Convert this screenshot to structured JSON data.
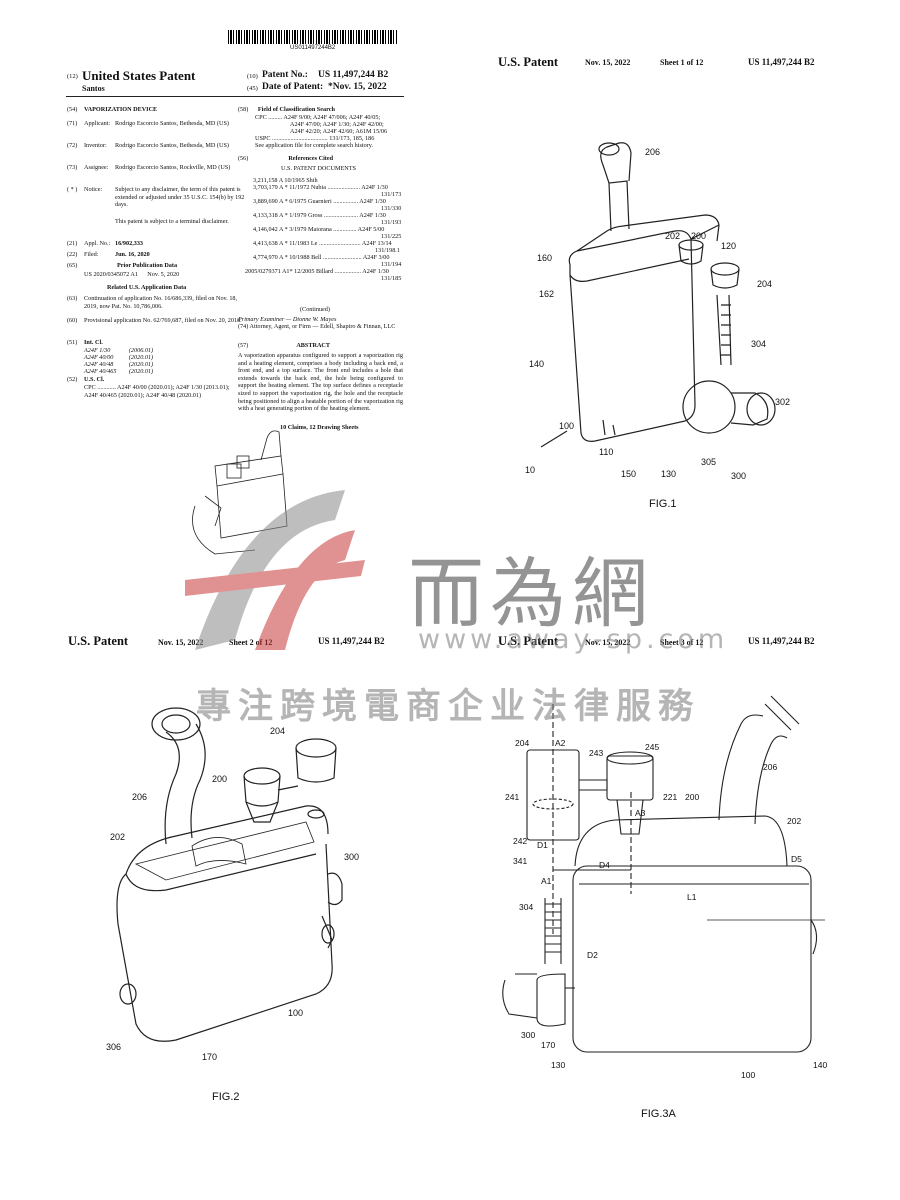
{
  "front_page": {
    "barcode_number": "US011497244B2",
    "kind_code_prefix": "(12)",
    "title": "United States Patent",
    "inventor_short": "Santos",
    "patent_no_code": "(10)",
    "patent_no_label": "Patent No.:",
    "patent_no": "US 11,497,244 B2",
    "date_code": "(45)",
    "date_label": "Date of Patent:",
    "date_value": "*Nov. 15, 2022",
    "fields": [
      {
        "code": "(54)",
        "label": "",
        "value": "VAPORIZATION DEVICE"
      },
      {
        "code": "(71)",
        "label": "Applicant:",
        "value": "Rodrigo Escorcio Santos, Bethesda, MD (US)"
      },
      {
        "code": "(72)",
        "label": "Inventor:",
        "value": "Rodrigo Escorcio Santos, Bethesda, MD (US)"
      },
      {
        "code": "(73)",
        "label": "Assignee:",
        "value": "Rodrigo Escorcio Santos, Rockville, MD (US)"
      },
      {
        "code": "( * )",
        "label": "Notice:",
        "value": "Subject to any disclaimer, the term of this patent is extended or adjusted under 35 U.S.C. 154(b) by 192 days."
      },
      {
        "code": "",
        "label": "",
        "value": "This patent is subject to a terminal disclaimer."
      },
      {
        "code": "(21)",
        "label": "Appl. No.:",
        "value": "16/902,333"
      },
      {
        "code": "(22)",
        "label": "Filed:",
        "value": "Jun. 16, 2020"
      },
      {
        "code": "(65)",
        "label": "",
        "value": "Prior Publication Data"
      },
      {
        "code": "",
        "label": "",
        "value": "US 2020/0345072 A1      Nov. 5, 2020"
      },
      {
        "code": "",
        "label": "",
        "value": "Related U.S. Application Data"
      },
      {
        "code": "(63)",
        "label": "",
        "value": "Continuation of application No. 16/686,339, filed on Nov. 18, 2019, now Pat. No. 10,786,006."
      },
      {
        "code": "(60)",
        "label": "",
        "value": "Provisional application No. 62/769,687, filed on Nov. 20, 2018."
      },
      {
        "code": "(51)",
        "label": "",
        "value": "Int. Cl."
      },
      {
        "code": "",
        "label": "",
        "value": "A24F 1/30            (2006.01)"
      },
      {
        "code": "",
        "label": "",
        "value": "A24F 40/00          (2020.01)"
      },
      {
        "code": "",
        "label": "",
        "value": "A24F 40/48          (2020.01)"
      },
      {
        "code": "",
        "label": "",
        "value": "A24F 40/465        (2020.01)"
      },
      {
        "code": "(52)",
        "label": "",
        "value": "U.S. Cl."
      },
      {
        "code": "",
        "label": "",
        "value": "CPC ............ A24F 40/00 (2020.01); A24F 1/30 (2013.01); A24F 40/465 (2020.01); A24F 40/48 (2020.01)"
      }
    ],
    "classification_code": "(58)",
    "classification_title": "Field of Classification Search",
    "classification_lines": [
      "CPC ......... A24F 9/00; A24F 47/006; A24F 40/05;",
      "A24F 47/00; A24F 1/30; A24F 42/00;",
      "A24F 42/20; A24F 42/60; A61M 15/06",
      "USPC .................................... 131/173, 185, 186",
      "See application file for complete search history."
    ],
    "references_code": "(56)",
    "references_title": "References Cited",
    "references_subtitle": "U.S. PATENT DOCUMENTS",
    "references": [
      "3,211,158  A      10/1965  Shih",
      "3,703,179  A  *  11/1972  Nubia ..................... A24F 1/30",
      "131/173",
      "3,889,690  A  *   6/1975  Guarnieri ................ A24F 1/30",
      "131/330",
      "4,133,318  A  *   1/1979  Gross ...................... A24F 1/30",
      "131/193",
      "4,146,042  A  *   3/1979  Maiorana ............... A24F 5/00",
      "131/225",
      "4,413,638  A  *  11/1983  Le ........................... A24F 13/14",
      "131/198.1",
      "4,774,970  A  *  10/1988  Bell ......................... A24F 3/00",
      "131/194",
      "2005/0279371  A1*  12/2005  Billard ................. A24F 1/30",
      "131/185"
    ],
    "continued": "(Continued)",
    "primary_examiner": "Primary Examiner — Dionne W. Mayes",
    "attorney": "(74) Attorney, Agent, or Firm — Edell, Shapiro & Finnan, LLC",
    "abstract_code": "(57)",
    "abstract_title": "ABSTRACT",
    "abstract_text": "A vaporization apparatus configured to support a vaporization rig and a heating element, comprises a body including a back end, a front end, and a top surface. The front end includes a hole that extends towards the back end, the hole being configured to support the heating element. The top surface defines a receptacle sized to support the vaporization rig, the hole and the receptacle being positioned to align a heatable portion of the vaporization rig with a heat generating portion of the heating element.",
    "claims_line": "10 Claims, 12 Drawing Sheets"
  },
  "sheets": [
    {
      "left": "U.S. Patent",
      "date": "Nov. 15, 2022",
      "sheet": "Sheet 1 of 12",
      "number": "US 11,497,244 B2",
      "fig": "FIG.1",
      "labels": [
        "206",
        "202",
        "200",
        "120",
        "160",
        "162",
        "204",
        "304",
        "140",
        "302",
        "100",
        "110",
        "10",
        "150",
        "130",
        "305",
        "300"
      ]
    },
    {
      "left": "U.S. Patent",
      "date": "Nov. 15, 2022",
      "sheet": "Sheet 2 of 12",
      "number": "US 11,497,244 B2",
      "fig": "FIG.2",
      "labels": [
        "204",
        "200",
        "206",
        "202",
        "300",
        "100",
        "306",
        "170"
      ]
    },
    {
      "left": "U.S. Patent",
      "date": "Nov. 15, 2022",
      "sheet": "Sheet 3 of 12",
      "number": "US 11,497,244 B2",
      "fig": "FIG.3A",
      "labels": [
        "204",
        "A2",
        "243",
        "245",
        "241",
        "221",
        "200",
        "206",
        "A3",
        "202",
        "242",
        "D1",
        "D4",
        "D5",
        "341",
        "A1",
        "L1",
        "304",
        "D2",
        "300",
        "170",
        "130",
        "100",
        "140"
      ]
    }
  ],
  "watermark": {
    "chinese_name": "而為網",
    "url": "www.away-sp.com",
    "slogan": "專注跨境電商企业法律服務",
    "color": "#8a8a8a",
    "accent": "#c83a3a"
  }
}
